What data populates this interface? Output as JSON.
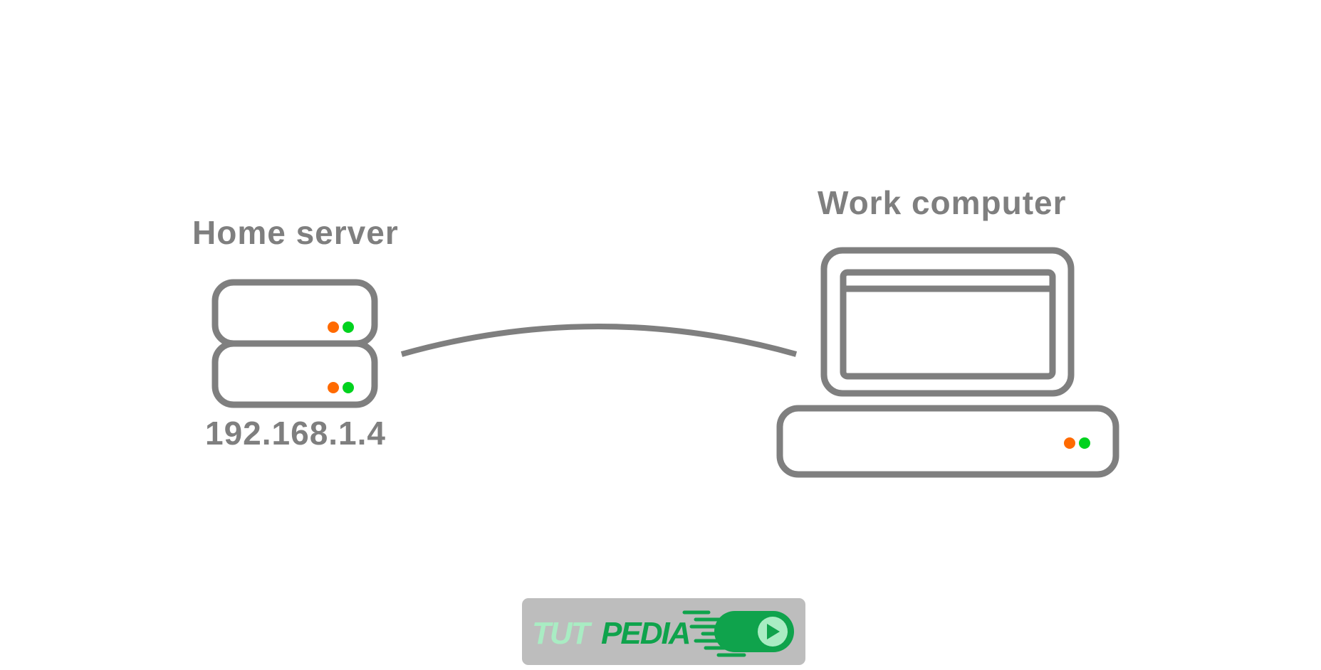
{
  "nodes": {
    "home_server": {
      "label": "Home server",
      "ip": "192.168.1.4",
      "icon": "server-rack-icon"
    },
    "work_computer": {
      "label": "Work computer",
      "icon": "desktop-computer-icon"
    }
  },
  "edges": [
    {
      "from": "home_server",
      "to": "work_computer",
      "style": "curved-line"
    }
  ],
  "logo": {
    "text_part1": "TUT",
    "text_part2": "PEDIA",
    "icon": "play-button-icon"
  },
  "colors": {
    "stroke": "#7f7f7f",
    "led_orange": "#ff6a00",
    "led_green": "#00d21e",
    "logo_bg": "#bdbdbd",
    "logo_light_green": "#a9ecc3",
    "logo_dark_green": "#0fa34c"
  }
}
